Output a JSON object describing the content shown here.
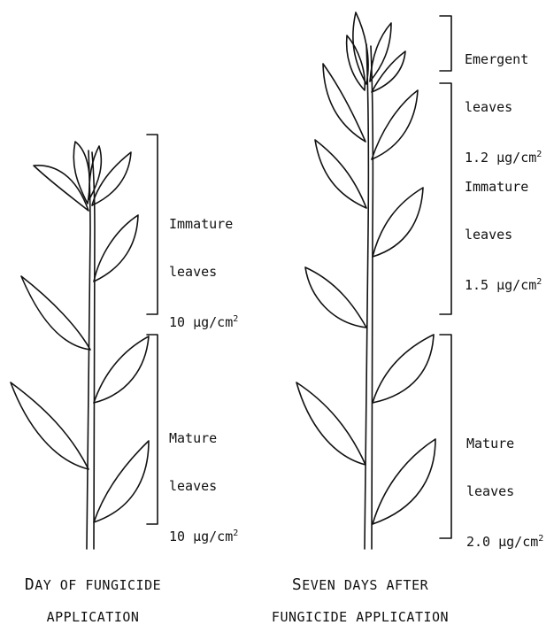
{
  "left_plant": {
    "immature": {
      "label": "Immature",
      "label2": "leaves",
      "dose": "10 μg/cm",
      "exp": "2"
    },
    "mature": {
      "label": "Mature",
      "label2": "leaves",
      "dose": "10 μg/cm",
      "exp": "2"
    },
    "caption": {
      "line1_initial": "D",
      "line1_rest": "AY OF FUNGICIDE",
      "line2": "APPLICATION"
    }
  },
  "right_plant": {
    "emergent": {
      "label": "Emergent",
      "label2": "leaves",
      "dose": "1.2 μg/cm",
      "exp": "2"
    },
    "immature": {
      "label": "Immature",
      "label2": "leaves",
      "dose": "1.5 μg/cm",
      "exp": "2"
    },
    "mature": {
      "label": "Mature",
      "label2": "leaves",
      "dose": "2.0 μg/cm",
      "exp": "2"
    },
    "caption": {
      "line1_initial": "S",
      "line1_rest": "EVEN DAYS AFTER",
      "line2": "FUNGICIDE APPLICATION"
    }
  }
}
